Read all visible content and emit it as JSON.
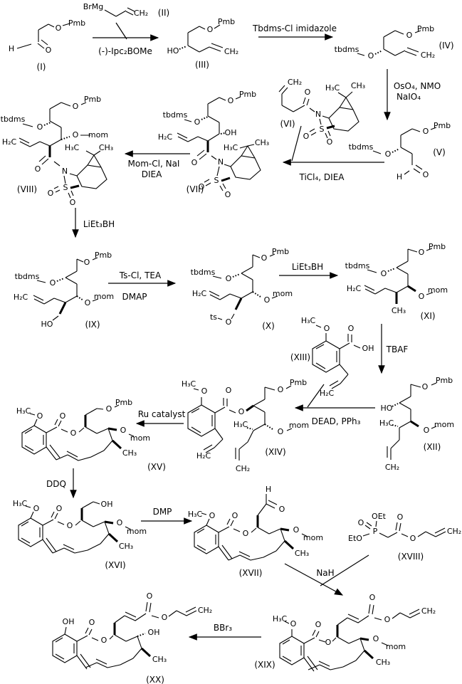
{
  "atoms": {
    "O": "O",
    "H": "H",
    "N": "N",
    "S": "S",
    "P": "P",
    "OH": "OH",
    "HO": "HO",
    "Pmb": "Pmb",
    "tbdms": "tbdms",
    "mom": "mom",
    "ts": "ts",
    "H3C": "H₃C",
    "CH3": "CH₃",
    "H2C": "H₂C",
    "CH2": "CH₂",
    "EtO": "EtO",
    "OEt": "OEt",
    "BrMg": "BrMg"
  },
  "compounds": {
    "I": "(I)",
    "II": "(II)",
    "III": "(III)",
    "IV": "(IV)",
    "V": "(V)",
    "VI": "(VI)",
    "VII": "(VII)",
    "VIII": "(VIII)",
    "IX": "(IX)",
    "X": "(X)",
    "XI": "(XI)",
    "XII": "(XII)",
    "XIII": "(XIII)",
    "XIV": "(XIV)",
    "XV": "(XV)",
    "XVI": "(XVI)",
    "XVII": "(XVII)",
    "XVIII": "(XVIII)",
    "XIX": "(XIX)",
    "XX": "(XX)"
  },
  "reagents": {
    "ipc": "(-)-Ipc₂BOMe",
    "tbdmscl": "Tbdms-Cl imidazole",
    "oso4": "OsO₄, NMO",
    "naio4": "NaIO₄",
    "ticl4": "TiCl₄, DIEA",
    "momcl": "Mom-Cl, NaI",
    "diea": "DIEA",
    "liet3bh": "LiEt₃BH",
    "tscl": "Ts-Cl, TEA",
    "dmap": "DMAP",
    "tbaf": "TBAF",
    "dead": "DEAD, PPh₃",
    "ru": "Ru catalyst",
    "ddq": "DDQ",
    "dmp": "DMP",
    "nah": "NaH",
    "bbr3": "BBr₃"
  },
  "reactions": [
    {
      "from": "(I)",
      "plus": "(II)",
      "to": "(III)",
      "reagents": [
        "(-)-Ipc₂BOMe"
      ]
    },
    {
      "from": "(III)",
      "to": "(IV)",
      "reagents": [
        "Tbdms-Cl imidazole"
      ]
    },
    {
      "from": "(IV)",
      "to": "(V)",
      "reagents": [
        "OsO₄, NMO",
        "NaIO₄"
      ]
    },
    {
      "from": "(V)",
      "plus": "(VI)",
      "to": "(VII)",
      "reagents": [
        "TiCl₄, DIEA"
      ]
    },
    {
      "from": "(VII)",
      "to": "(VIII)",
      "reagents": [
        "Mom-Cl, NaI",
        "DIEA"
      ]
    },
    {
      "from": "(VIII)",
      "to": "(IX)",
      "reagents": [
        "LiEt₃BH"
      ]
    },
    {
      "from": "(IX)",
      "to": "(X)",
      "reagents": [
        "Ts-Cl, TEA",
        "DMAP"
      ]
    },
    {
      "from": "(X)",
      "to": "(XI)",
      "reagents": [
        "LiEt₃BH"
      ]
    },
    {
      "from": "(XI)",
      "to": "(XII)",
      "reagents": [
        "TBAF"
      ]
    },
    {
      "from": "(XII)",
      "plus": "(XIII)",
      "to": "(XIV)",
      "reagents": [
        "DEAD, PPh₃"
      ]
    },
    {
      "from": "(XIV)",
      "to": "(XV)",
      "reagents": [
        "Ru catalyst"
      ]
    },
    {
      "from": "(XV)",
      "to": "(XVI)",
      "reagents": [
        "DDQ"
      ]
    },
    {
      "from": "(XVI)",
      "to": "(XVII)",
      "reagents": [
        "DMP"
      ]
    },
    {
      "from": "(XVII)",
      "plus": "(XVIII)",
      "to": "(XIX)",
      "reagents": [
        "NaH"
      ]
    },
    {
      "from": "(XIX)",
      "to": "(XX)",
      "reagents": [
        "BBr₃"
      ]
    }
  ]
}
